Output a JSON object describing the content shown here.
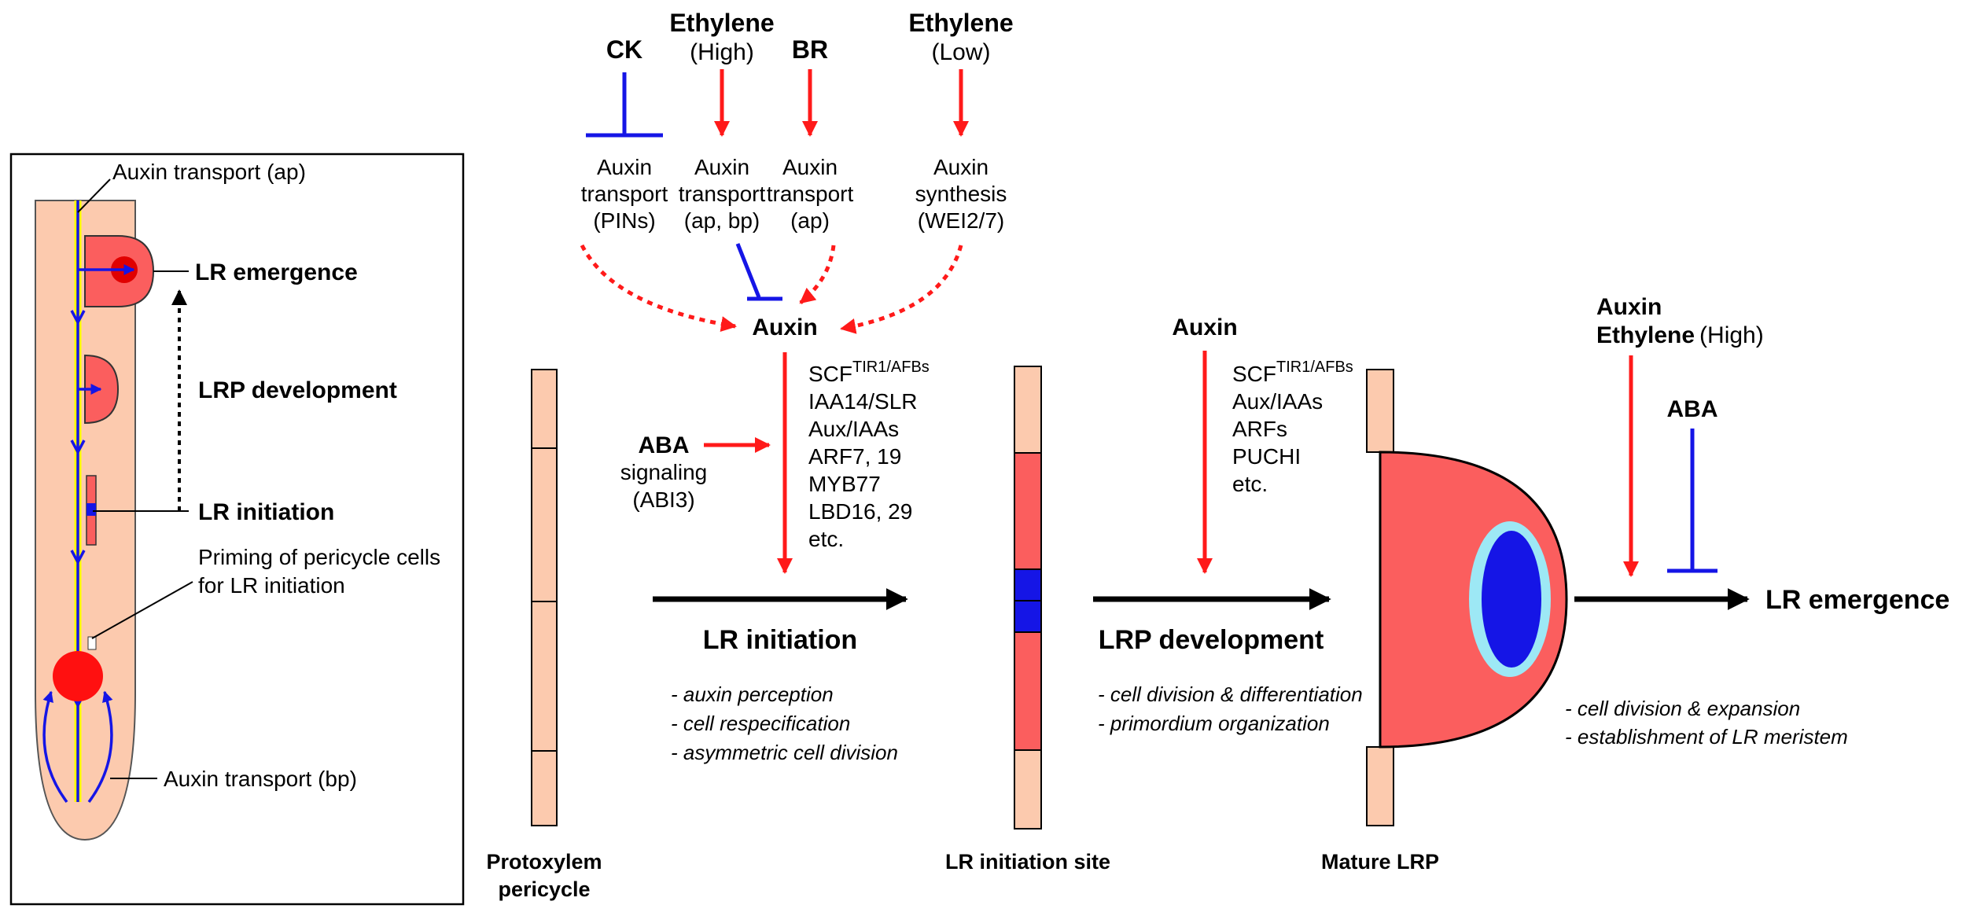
{
  "inset": {
    "auxin_transport_ap": "Auxin transport (ap)",
    "lr_emergence": "LR emergence",
    "lrp_development": "LRP development",
    "lr_initiation": "LR initiation",
    "priming_line1": "Priming of pericycle cells",
    "priming_line2": "for LR initiation",
    "auxin_transport_bp": "Auxin transport (bp)"
  },
  "hormones": {
    "ck": "CK",
    "ethylene_high": "Ethylene",
    "ethylene_high_sub": "(High)",
    "br": "BR",
    "ethylene_low": "Ethylene",
    "ethylene_low_sub": "(Low)"
  },
  "targets": {
    "t1": [
      "Auxin",
      "transport",
      "(PINs)"
    ],
    "t2": [
      "Auxin",
      "transport",
      "(ap, bp)"
    ],
    "t3": [
      "Auxin",
      "transport",
      "(ap)"
    ],
    "t4": [
      "Auxin",
      "synthesis",
      "(WEI2/7)"
    ]
  },
  "auxin_hub": "Auxin",
  "aba_signaling": {
    "title": "ABA",
    "line2": "signaling",
    "line3": "(ABI3)"
  },
  "initiation_genes": {
    "scf_base": "SCF",
    "scf_sup": "TIR1/AFBs",
    "lines": [
      "IAA14/SLR",
      "Aux/IAAs",
      "ARF7, 19",
      "MYB77",
      "LBD16, 29",
      "etc."
    ]
  },
  "stage1": {
    "label": "LR initiation",
    "notes": [
      "- auxin perception",
      "- cell respecification",
      "- asymmetric cell division"
    ]
  },
  "development": {
    "auxin": "Auxin",
    "scf_base": "SCF",
    "scf_sup": "TIR1/AFBs",
    "lines": [
      "Aux/IAAs",
      "ARFs",
      "PUCHI",
      "etc."
    ],
    "label": "LRP development",
    "notes": [
      "- cell division & differentiation",
      "- primordium organization"
    ]
  },
  "emergence": {
    "auxin": "Auxin",
    "ethylene": "Ethylene",
    "ethylene_sub": "(High)",
    "aba": "ABA",
    "label": "LR emergence",
    "notes": [
      "- cell division & expansion",
      "- establishment of LR meristem"
    ]
  },
  "cell_labels": {
    "protoxylem_line1": "Protoxylem",
    "protoxylem_line2": "pericycle",
    "initiation_site": "LR initiation site",
    "mature_lrp": "Mature LRP"
  },
  "colors": {
    "promote": "#ff1a1a",
    "inhibit": "#1515e6",
    "pericycle": "#fccaae",
    "primordium": "#fb5e5e",
    "auxin_flow": "#ffff00",
    "meristem_ring": "#9de8f5"
  }
}
